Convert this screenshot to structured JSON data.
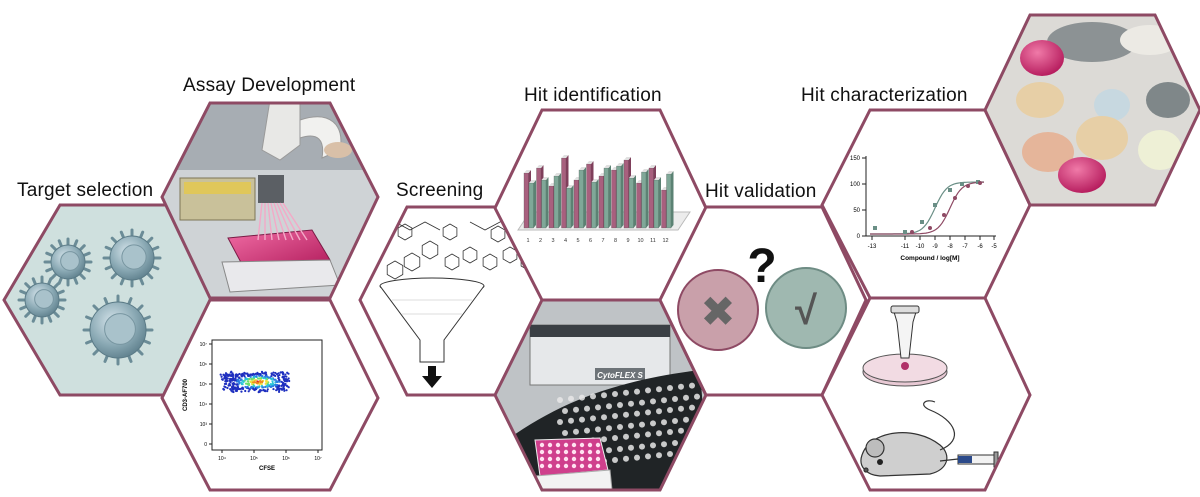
{
  "stages": {
    "target": "Target selection",
    "assay": "Assay Development",
    "screening": "Screening",
    "identification": "Hit identification",
    "validation": "Hit validation",
    "characterization": "Hit characterization"
  },
  "colors": {
    "hex_border": "#8e4a64",
    "cell_bg": "#cfe0de",
    "cell": "#8aa9b4",
    "bar_pink": "#a8607e",
    "bar_green": "#7fa898",
    "circle_x": "#c9a0aa",
    "circle_check": "#9fb8b0"
  },
  "flow_plot": {
    "y_label": "CD3-AF700",
    "x_label": "CFSE",
    "y_ticks": [
      "10⁷",
      "10⁶",
      "10⁵",
      "10⁴",
      "10³",
      "0"
    ],
    "x_ticks": [
      "10⁴",
      "10⁵",
      "10⁶",
      "10⁷"
    ]
  },
  "bar_plot": {
    "categories": [
      "1",
      "2",
      "3",
      "4",
      "5",
      "6",
      "7",
      "8",
      "9",
      "10",
      "11",
      "12"
    ]
  },
  "validation_symbols": {
    "question": "?",
    "reject": "✖",
    "accept": "√"
  },
  "dose_plot": {
    "x_label": "Compound / log[M]",
    "y_ticks": [
      "150",
      "100",
      "50",
      "0"
    ],
    "x_ticks": [
      "-13",
      "-11",
      "-10",
      "-9",
      "-8",
      "-7",
      "-6",
      "-5"
    ]
  },
  "instrument": {
    "brand": "CytoFLEX S"
  }
}
